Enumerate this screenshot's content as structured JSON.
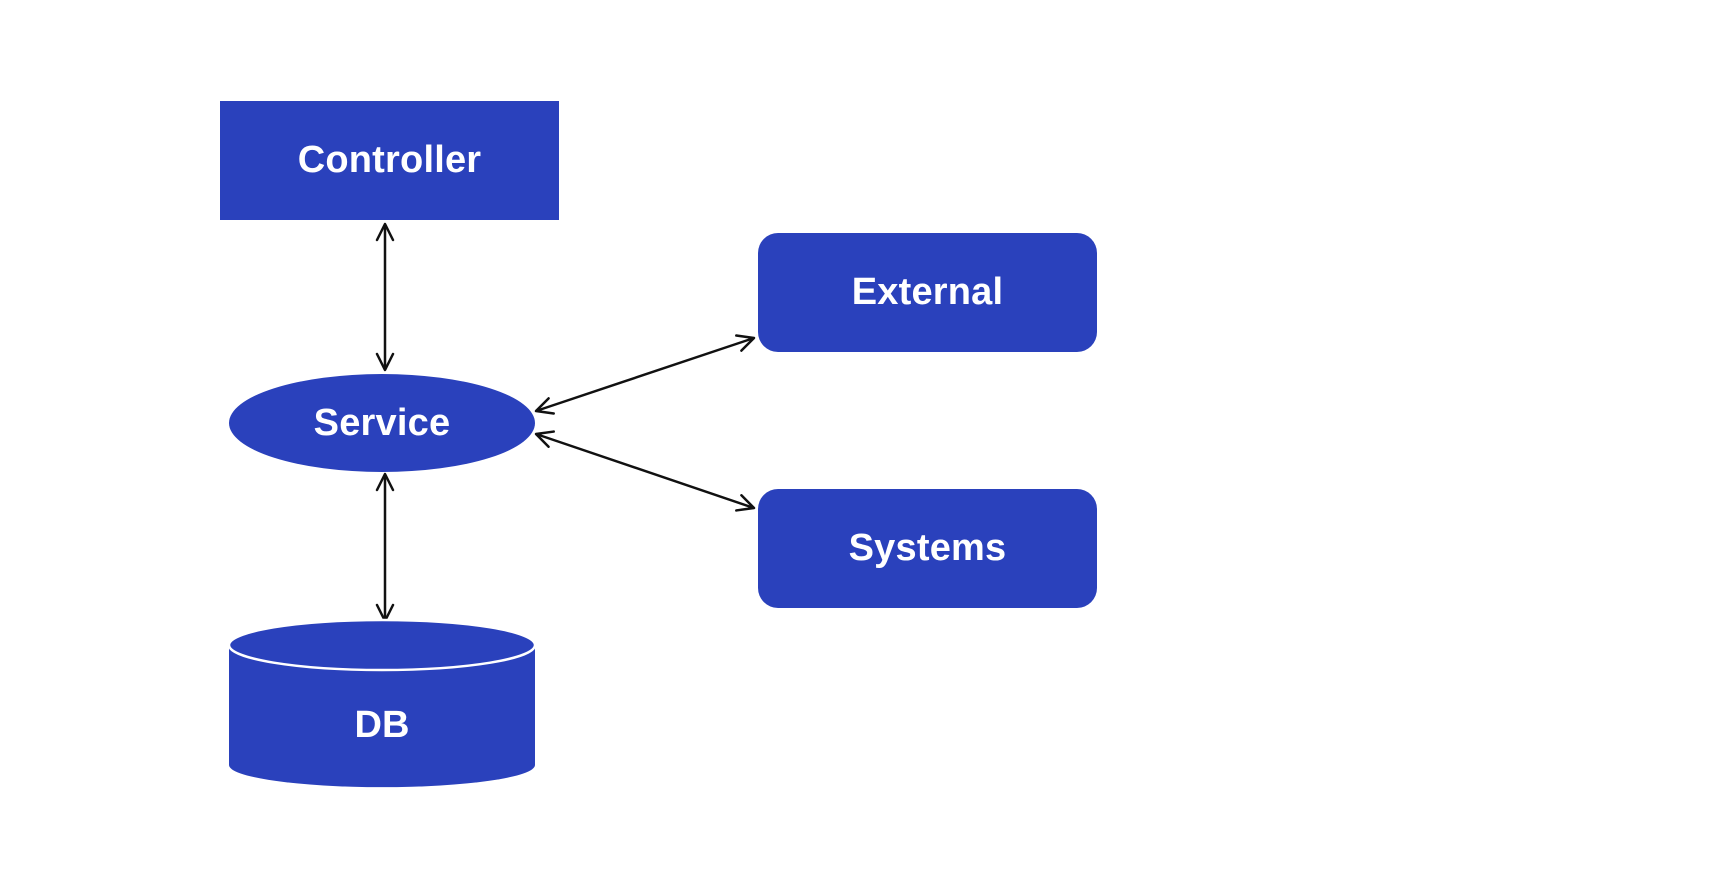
{
  "colors": {
    "node_fill": "#2a41bc",
    "node_text": "#ffffff",
    "arrow": "#111111",
    "background": "#ffffff"
  },
  "nodes": {
    "controller": {
      "label": "Controller",
      "shape": "rectangle"
    },
    "service": {
      "label": "Service",
      "shape": "ellipse"
    },
    "db": {
      "label": "DB",
      "shape": "cylinder"
    },
    "external": {
      "label": "External",
      "shape": "rounded-rectangle"
    },
    "systems": {
      "label": "Systems",
      "shape": "rounded-rectangle"
    }
  },
  "edges": [
    {
      "from": "controller",
      "to": "service",
      "direction": "both"
    },
    {
      "from": "service",
      "to": "db",
      "direction": "both"
    },
    {
      "from": "service",
      "to": "external",
      "direction": "both"
    },
    {
      "from": "service",
      "to": "systems",
      "direction": "both"
    }
  ]
}
